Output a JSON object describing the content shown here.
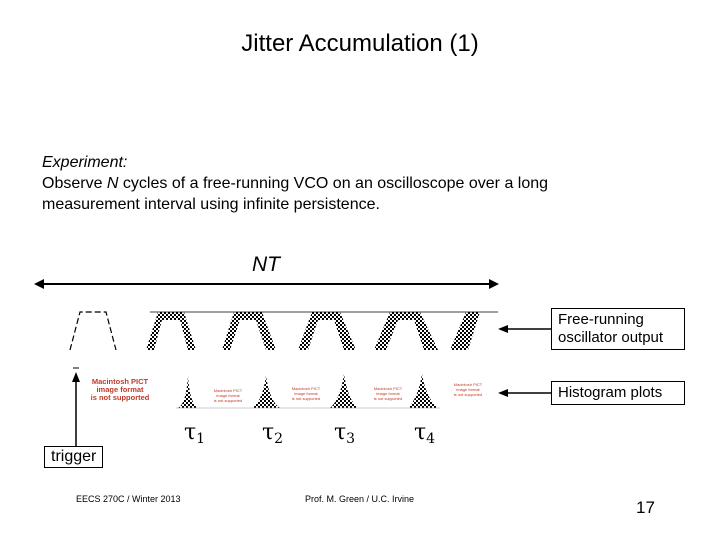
{
  "title": "Jitter Accumulation (1)",
  "experiment": {
    "heading": "Experiment:",
    "line1_pre": "Observe ",
    "line1_n": "N",
    "line1_post": " cycles of a free-running VCO on an oscilloscope over a long",
    "line2": "measurement interval using infinite persistence."
  },
  "nt_label": "NT",
  "callouts": {
    "oscillator_line1": "Free-running",
    "oscillator_line2": "oscillator output",
    "histogram": "Histogram plots",
    "trigger": "trigger"
  },
  "taus": [
    {
      "symbol": "τ",
      "index": "1"
    },
    {
      "symbol": "τ",
      "index": "2"
    },
    {
      "symbol": "τ",
      "index": "3"
    },
    {
      "symbol": "τ",
      "index": "4"
    }
  ],
  "pict_placeholder": {
    "line1": "Macintosh PICT",
    "line2": "image format",
    "line3": "is not supported"
  },
  "footer": {
    "course": "EECS 270C / Winter 2013",
    "author": "Prof. M. Green / U.C. Irvine",
    "page": "17"
  }
}
